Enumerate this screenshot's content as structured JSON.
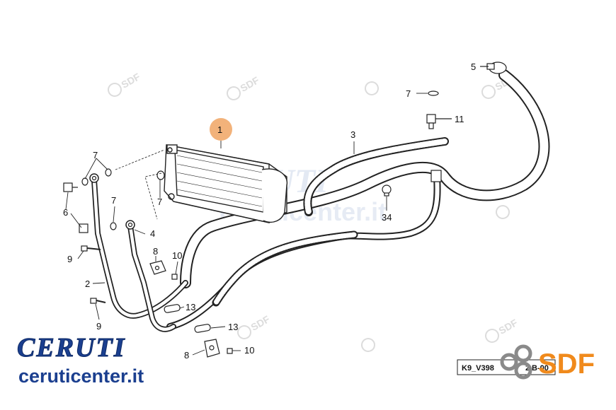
{
  "diagram": {
    "highlight_color": "#f2b27a",
    "callouts": [
      {
        "id": "c1",
        "text": "1"
      },
      {
        "id": "c2",
        "text": "2"
      },
      {
        "id": "c3",
        "text": "3"
      },
      {
        "id": "c4",
        "text": "4"
      },
      {
        "id": "c5",
        "text": "5"
      },
      {
        "id": "c6",
        "text": "6"
      },
      {
        "id": "c7a",
        "text": "7"
      },
      {
        "id": "c7b",
        "text": "7"
      },
      {
        "id": "c7c",
        "text": "7"
      },
      {
        "id": "c7d",
        "text": "7"
      },
      {
        "id": "c8a",
        "text": "8"
      },
      {
        "id": "c8b",
        "text": "8"
      },
      {
        "id": "c9a",
        "text": "9"
      },
      {
        "id": "c9b",
        "text": "9"
      },
      {
        "id": "c10a",
        "text": "10"
      },
      {
        "id": "c10b",
        "text": "10"
      },
      {
        "id": "c11",
        "text": "11"
      },
      {
        "id": "c13a",
        "text": "13"
      },
      {
        "id": "c13b",
        "text": "13"
      },
      {
        "id": "c34",
        "text": "34"
      }
    ],
    "reference_code": "K9_V398",
    "reference_code_tail": "2",
    "reference_code_end": "B-00"
  },
  "branding": {
    "ceruti_logo_text": "CERUTI",
    "ceruti_url": "ceruticenter.it",
    "ceruti_color": "#1b3f8f",
    "sdf_logo_text": "SDF",
    "sdf_color": "#f08a1c",
    "watermark_text": "SDF",
    "watermark_color": "#d6d6d6",
    "watermark_big_text": "CERUTI",
    "watermark_big_url": "ceruticenter.it",
    "watermark_big_color": "#dfe6f2"
  }
}
